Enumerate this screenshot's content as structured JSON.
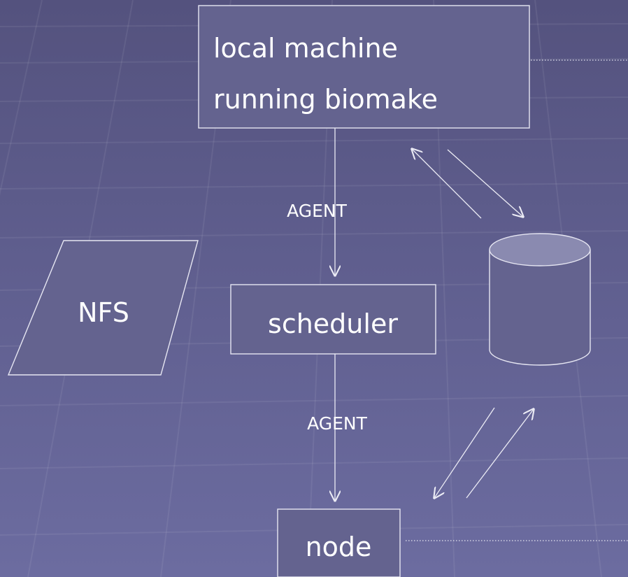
{
  "diagram": {
    "local_machine": {
      "line1": "local machine",
      "line2": "running biomake"
    },
    "scheduler": {
      "label": "scheduler"
    },
    "node": {
      "label": "node"
    },
    "nfs": {
      "label": "NFS"
    },
    "agent_top": {
      "label": "AGENT"
    },
    "agent_bottom": {
      "label": "AGENT"
    },
    "colors": {
      "background_top": "#54527e",
      "background_bottom": "#6c6ca0",
      "box_fill": "#64638f",
      "outline": "#e6e6f2"
    },
    "icons": [
      "database-icon",
      "arrow-down-icon",
      "bidirectional-arrow-icon"
    ]
  }
}
